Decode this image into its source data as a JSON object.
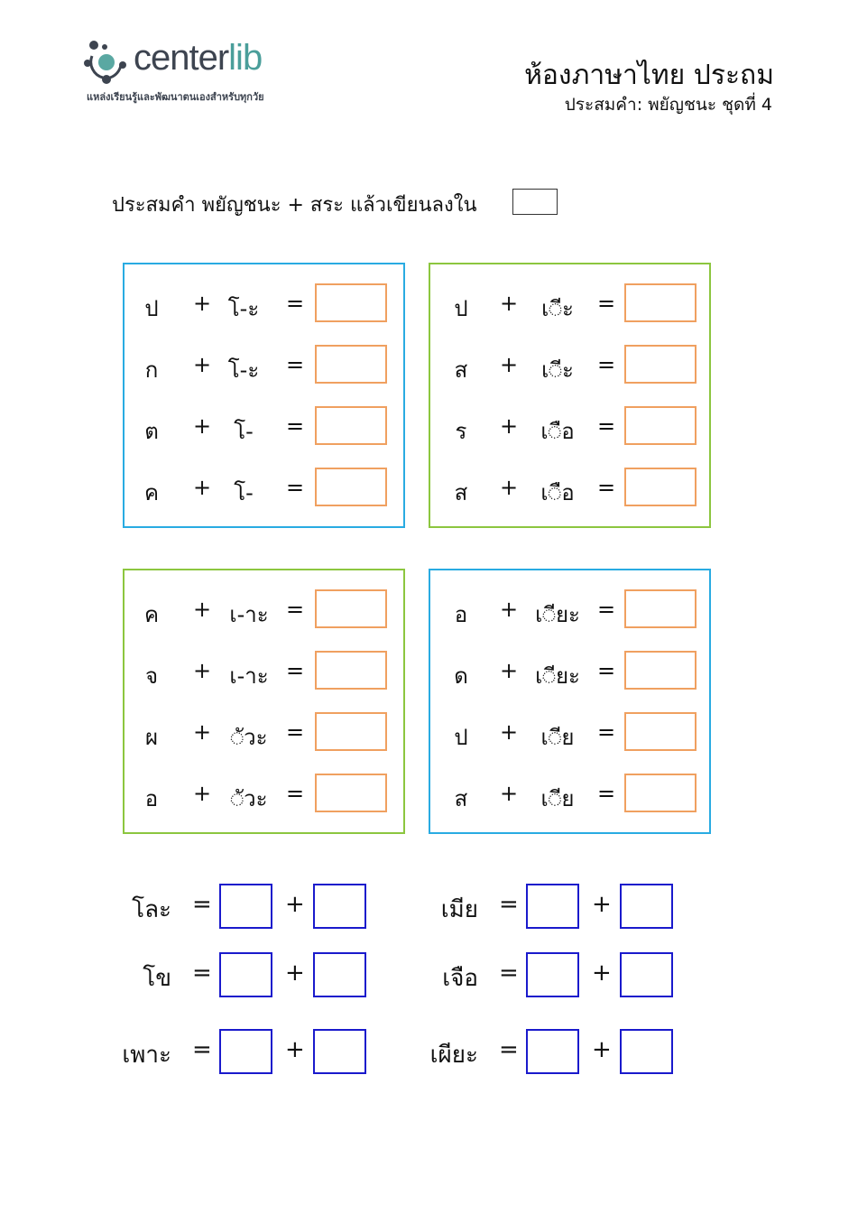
{
  "logo": {
    "brand_main": "center",
    "brand_accent": "lib",
    "tagline": "แหล่งเรียนรู้และพัฒนาตนเองสำหรับทุกวัย"
  },
  "header": {
    "title": "ห้องภาษาไทย ประถม",
    "subtitle": "ประสมคำ: พยัญชนะ ชุดที่ 4"
  },
  "instruction": "ประสมคำ พยัญชนะ + สระ แล้วเขียนลงใน",
  "colors": {
    "panel_blue": "#29abe2",
    "panel_green": "#8cc63f",
    "answer_box": "#f0a060",
    "split_box": "#1a1acc"
  },
  "panels": [
    {
      "rows": [
        {
          "c": "ป",
          "v": "โ-ะ"
        },
        {
          "c": "ก",
          "v": "โ-ะ"
        },
        {
          "c": "ต",
          "v": "โ-"
        },
        {
          "c": "ค",
          "v": "โ-"
        }
      ]
    },
    {
      "rows": [
        {
          "c": "ป",
          "v": "เ◌ีะ"
        },
        {
          "c": "ส",
          "v": "เ◌ีะ"
        },
        {
          "c": "ร",
          "v": "เ◌ือ"
        },
        {
          "c": "ส",
          "v": "เ◌ือ"
        }
      ]
    },
    {
      "rows": [
        {
          "c": "ค",
          "v": "เ-าะ"
        },
        {
          "c": "จ",
          "v": "เ-าะ"
        },
        {
          "c": "ผ",
          "v": "◌ัวะ"
        },
        {
          "c": "อ",
          "v": "◌ัวะ"
        }
      ]
    },
    {
      "rows": [
        {
          "c": "อ",
          "v": "เ◌ียะ"
        },
        {
          "c": "ด",
          "v": "เ◌ียะ"
        },
        {
          "c": "ป",
          "v": "เ◌ีย"
        },
        {
          "c": "ส",
          "v": "เ◌ีย"
        }
      ]
    }
  ],
  "symbols": {
    "plus": "+",
    "equals": "="
  },
  "split_words": [
    "โละ",
    "เมีย",
    "โข",
    "เจือ",
    "เพาะ",
    "เผียะ"
  ]
}
